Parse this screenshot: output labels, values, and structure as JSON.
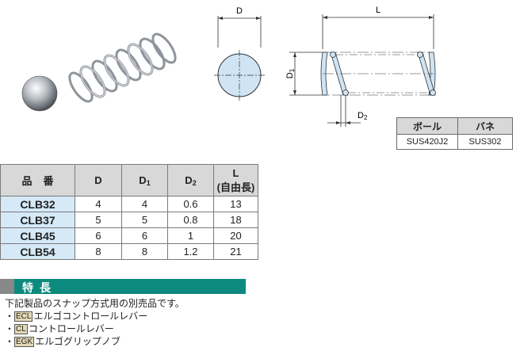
{
  "drawings": {
    "d_label": "D",
    "l_label": "L",
    "d1_label": "D1",
    "d2_label": "D2"
  },
  "material_table": {
    "headers": [
      "ボール",
      "バネ"
    ],
    "values": [
      "SUS420J2",
      "SUS302"
    ]
  },
  "spec_table": {
    "headers": {
      "part_no": "品番",
      "d": "D",
      "d1": "D",
      "d1_sub": "1",
      "d2": "D",
      "d2_sub": "2",
      "l": "L",
      "l_note": "(自由長)"
    },
    "rows": [
      {
        "code": "CLB32",
        "d": "4",
        "d1": "4",
        "d2": "0.6",
        "l": "13"
      },
      {
        "code": "CLB37",
        "d": "5",
        "d1": "5",
        "d2": "0.8",
        "l": "18"
      },
      {
        "code": "CLB45",
        "d": "6",
        "d1": "6",
        "d2": "1",
        "l": "20"
      },
      {
        "code": "CLB54",
        "d": "8",
        "d1": "8",
        "d2": "1.2",
        "l": "21"
      }
    ]
  },
  "features": {
    "title": "特長",
    "intro": "下記製品のスナップ方式用の別売品です。",
    "items": [
      {
        "bullet": "・",
        "tag": "ECL",
        "text": "エルゴコントロールレバー"
      },
      {
        "bullet": "・",
        "tag": "CL",
        "text": "コントロールレバー"
      },
      {
        "bullet": "・",
        "tag": "EGK",
        "text": "エルゴグリップノブ"
      }
    ]
  }
}
